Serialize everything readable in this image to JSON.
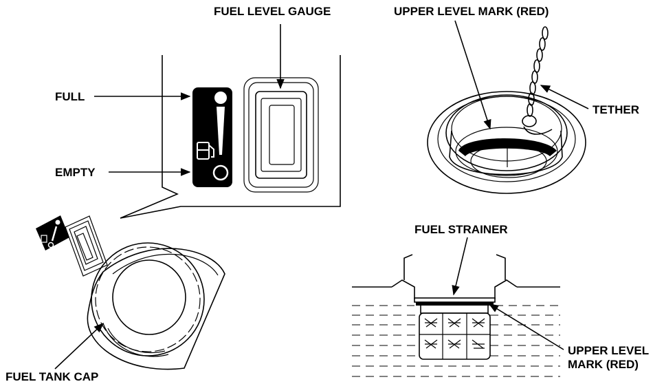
{
  "labels": {
    "fuel_level_gauge": "FUEL LEVEL GAUGE",
    "full": "FULL",
    "empty": "EMPTY",
    "upper_level_mark_red_top": "UPPER LEVEL MARK (RED)",
    "tether": "TETHER",
    "fuel_strainer": "FUEL STRAINER",
    "upper_level_line1": "UPPER LEVEL",
    "upper_level_line2": "MARK (RED)",
    "fuel_tank_cap": "FUEL TANK CAP"
  },
  "colors": {
    "ink": "#000000",
    "background": "#ffffff"
  }
}
